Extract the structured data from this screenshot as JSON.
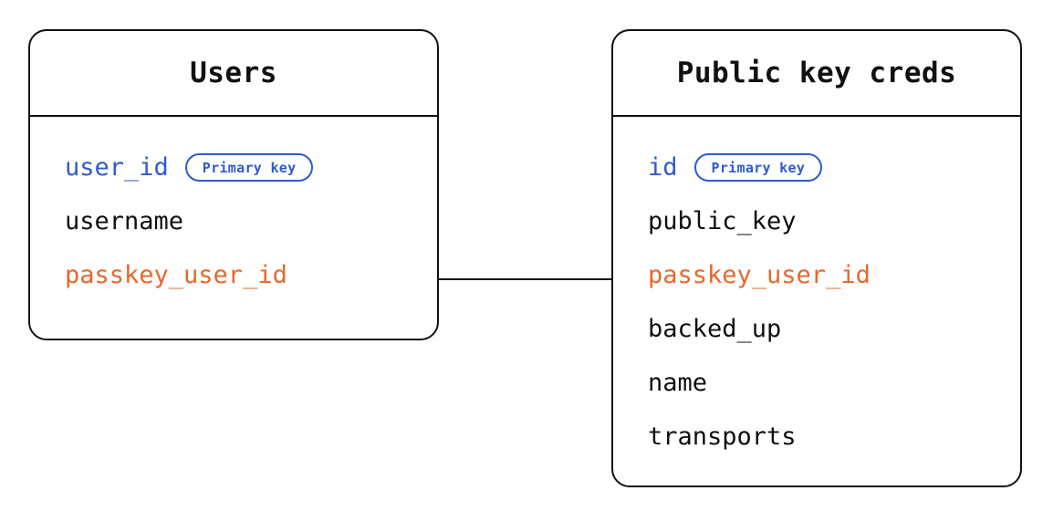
{
  "diagram": {
    "type": "entity-relationship-diagram",
    "background_color": "#ffffff",
    "colors": {
      "border": "#121212",
      "text": "#101010",
      "primary_key": "#2f5ad0",
      "foreign_key": "#e8672b"
    },
    "badge_label": "Primary key",
    "entities": [
      {
        "id": "users",
        "title": "Users",
        "fields": [
          {
            "name": "user_id",
            "role": "key",
            "badge": "Primary key"
          },
          {
            "name": "username",
            "role": "plain",
            "badge": null
          },
          {
            "name": "passkey_user_id",
            "role": "fk",
            "badge": null
          }
        ]
      },
      {
        "id": "public-key-creds",
        "title": "Public key creds",
        "fields": [
          {
            "name": "id",
            "role": "key",
            "badge": "Primary key"
          },
          {
            "name": "public_key",
            "role": "plain",
            "badge": null
          },
          {
            "name": "passkey_user_id",
            "role": "fk",
            "badge": null
          },
          {
            "name": "backed_up",
            "role": "plain",
            "badge": null
          },
          {
            "name": "name",
            "role": "plain",
            "badge": null
          },
          {
            "name": "transports",
            "role": "plain",
            "badge": null
          }
        ]
      }
    ],
    "relationships": [
      {
        "from_entity": "users",
        "from_field": "passkey_user_id",
        "to_entity": "public-key-creds",
        "to_field": "passkey_user_id"
      }
    ]
  }
}
